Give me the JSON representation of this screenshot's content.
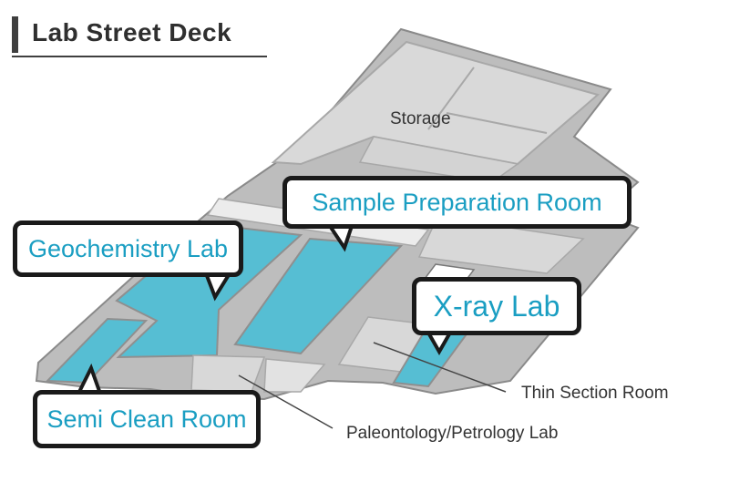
{
  "header": {
    "title": "Lab Street Deck"
  },
  "rooms": {
    "storage": "Storage",
    "sample_preparation": "Sample Preparation Room",
    "geochemistry": "Geochemistry Lab",
    "xray": "X-ray Lab",
    "semi_clean": "Semi Clean Room",
    "thin_section": "Thin Section Room",
    "paleontology": "Paleontology/Petrology Lab"
  },
  "colors": {
    "highlight": "#56bed3",
    "wall": "#8f8f8f",
    "room": "#d8d8d8",
    "label": "#1a9ec2"
  }
}
